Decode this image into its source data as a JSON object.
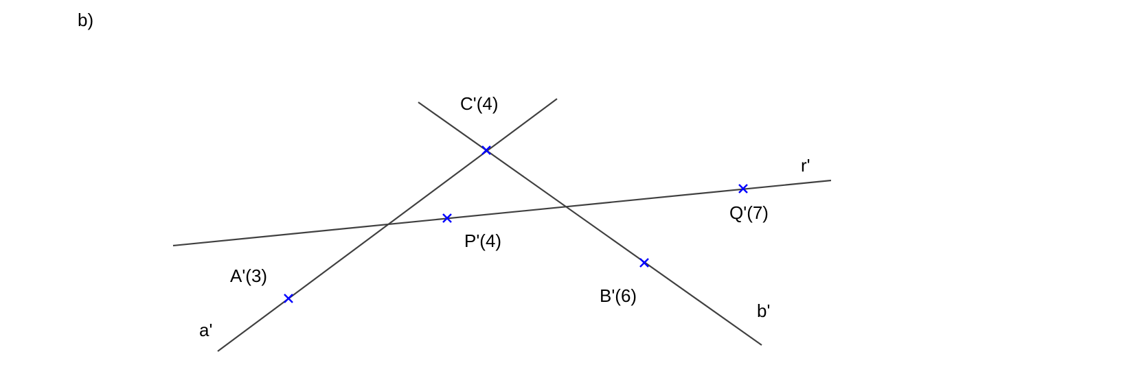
{
  "part_label": "b)",
  "colors": {
    "line": "#404040",
    "point": "#0000ff"
  },
  "lines": [
    {
      "name": "a'",
      "label": "a'"
    },
    {
      "name": "b'",
      "label": "b'"
    },
    {
      "name": "r'",
      "label": "r'"
    }
  ],
  "points": [
    {
      "name": "C'",
      "label": "C'(4)"
    },
    {
      "name": "P'",
      "label": "P'(4)"
    },
    {
      "name": "Q'",
      "label": "Q'(7)"
    },
    {
      "name": "A'",
      "label": "A'(3)"
    },
    {
      "name": "B'",
      "label": "B'(6)"
    }
  ]
}
